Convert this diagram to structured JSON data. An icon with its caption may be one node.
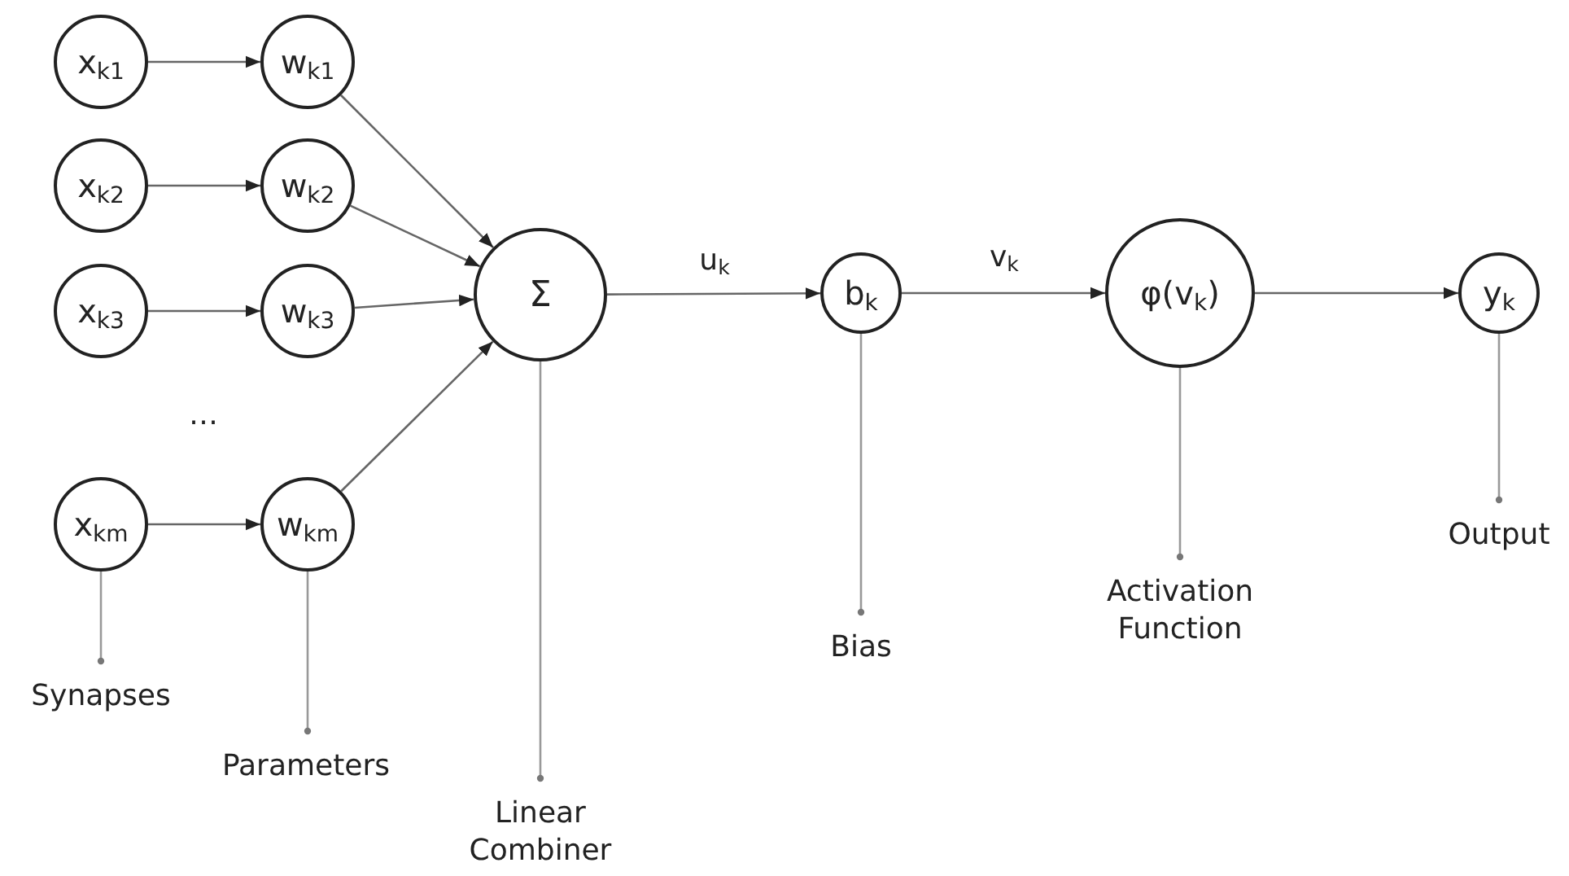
{
  "diagram": {
    "nodes": [
      {
        "text": [
          "x$_{k1}$"
        ]
      },
      {
        "text": [
          "w$_{k1}$"
        ]
      },
      {
        "text": [
          "x$_{k2}$"
        ]
      },
      {
        "text": [
          "w$_{k2}$"
        ]
      },
      {
        "text": [
          "x$_{k3}$"
        ]
      },
      {
        "text": [
          "w$_{k3}$"
        ]
      },
      {
        "text": [
          "x$_{km}$"
        ]
      },
      {
        "text": [
          "w$_{km}$"
        ]
      },
      {
        "text": [
          "Σ"
        ]
      },
      {
        "text": [
          "b$_{k}$"
        ]
      },
      {
        "text": [
          "φ(v$_{k}$)"
        ]
      },
      {
        "text": [
          "y$_{k}$"
        ]
      },
      {
        "text": [
          "Synapses"
        ]
      },
      {
        "text": [
          "Parameters"
        ]
      },
      {
        "text": [
          "Linear Combiner"
        ]
      },
      {
        "text": [
          "Bias"
        ]
      },
      {
        "text": [
          "Activation Function"
        ]
      },
      {
        "text": [
          "Output"
        ]
      }
    ],
    "edges": [
      {
        "from": 0,
        "to": 1,
        "arrow": "to"
      },
      {
        "from": 2,
        "to": 3,
        "arrow": "to"
      },
      {
        "from": 4,
        "to": 5,
        "arrow": "to"
      },
      {
        "from": 6,
        "to": 7,
        "arrow": "to"
      },
      {
        "from": 1,
        "to": 8,
        "arrow": "to"
      },
      {
        "from": 3,
        "to": 8,
        "arrow": "to"
      },
      {
        "from": 5,
        "to": 8,
        "arrow": "to"
      },
      {
        "from": 7,
        "to": 8,
        "arrow": "to"
      },
      {
        "from": 8,
        "to": 9,
        "arrow": "to",
        "label": "u$_{k}$"
      },
      {
        "from": 9,
        "to": 10,
        "arrow": "to",
        "label": "v$_{k}$"
      },
      {
        "from": 10,
        "to": 11,
        "arrow": "to"
      },
      {
        "from": 12,
        "to": 6,
        "arrow": "other"
      },
      {
        "from": 13,
        "to": 7,
        "arrow": "other"
      },
      {
        "from": 14,
        "to": 8,
        "arrow": "other"
      },
      {
        "from": 15,
        "to": 9,
        "arrow": "other"
      },
      {
        "from": 16,
        "to": 10,
        "arrow": "other"
      },
      {
        "from": 17,
        "to": 11,
        "arrow": "other"
      }
    ],
    "labels": [
      "…"
    ]
  }
}
